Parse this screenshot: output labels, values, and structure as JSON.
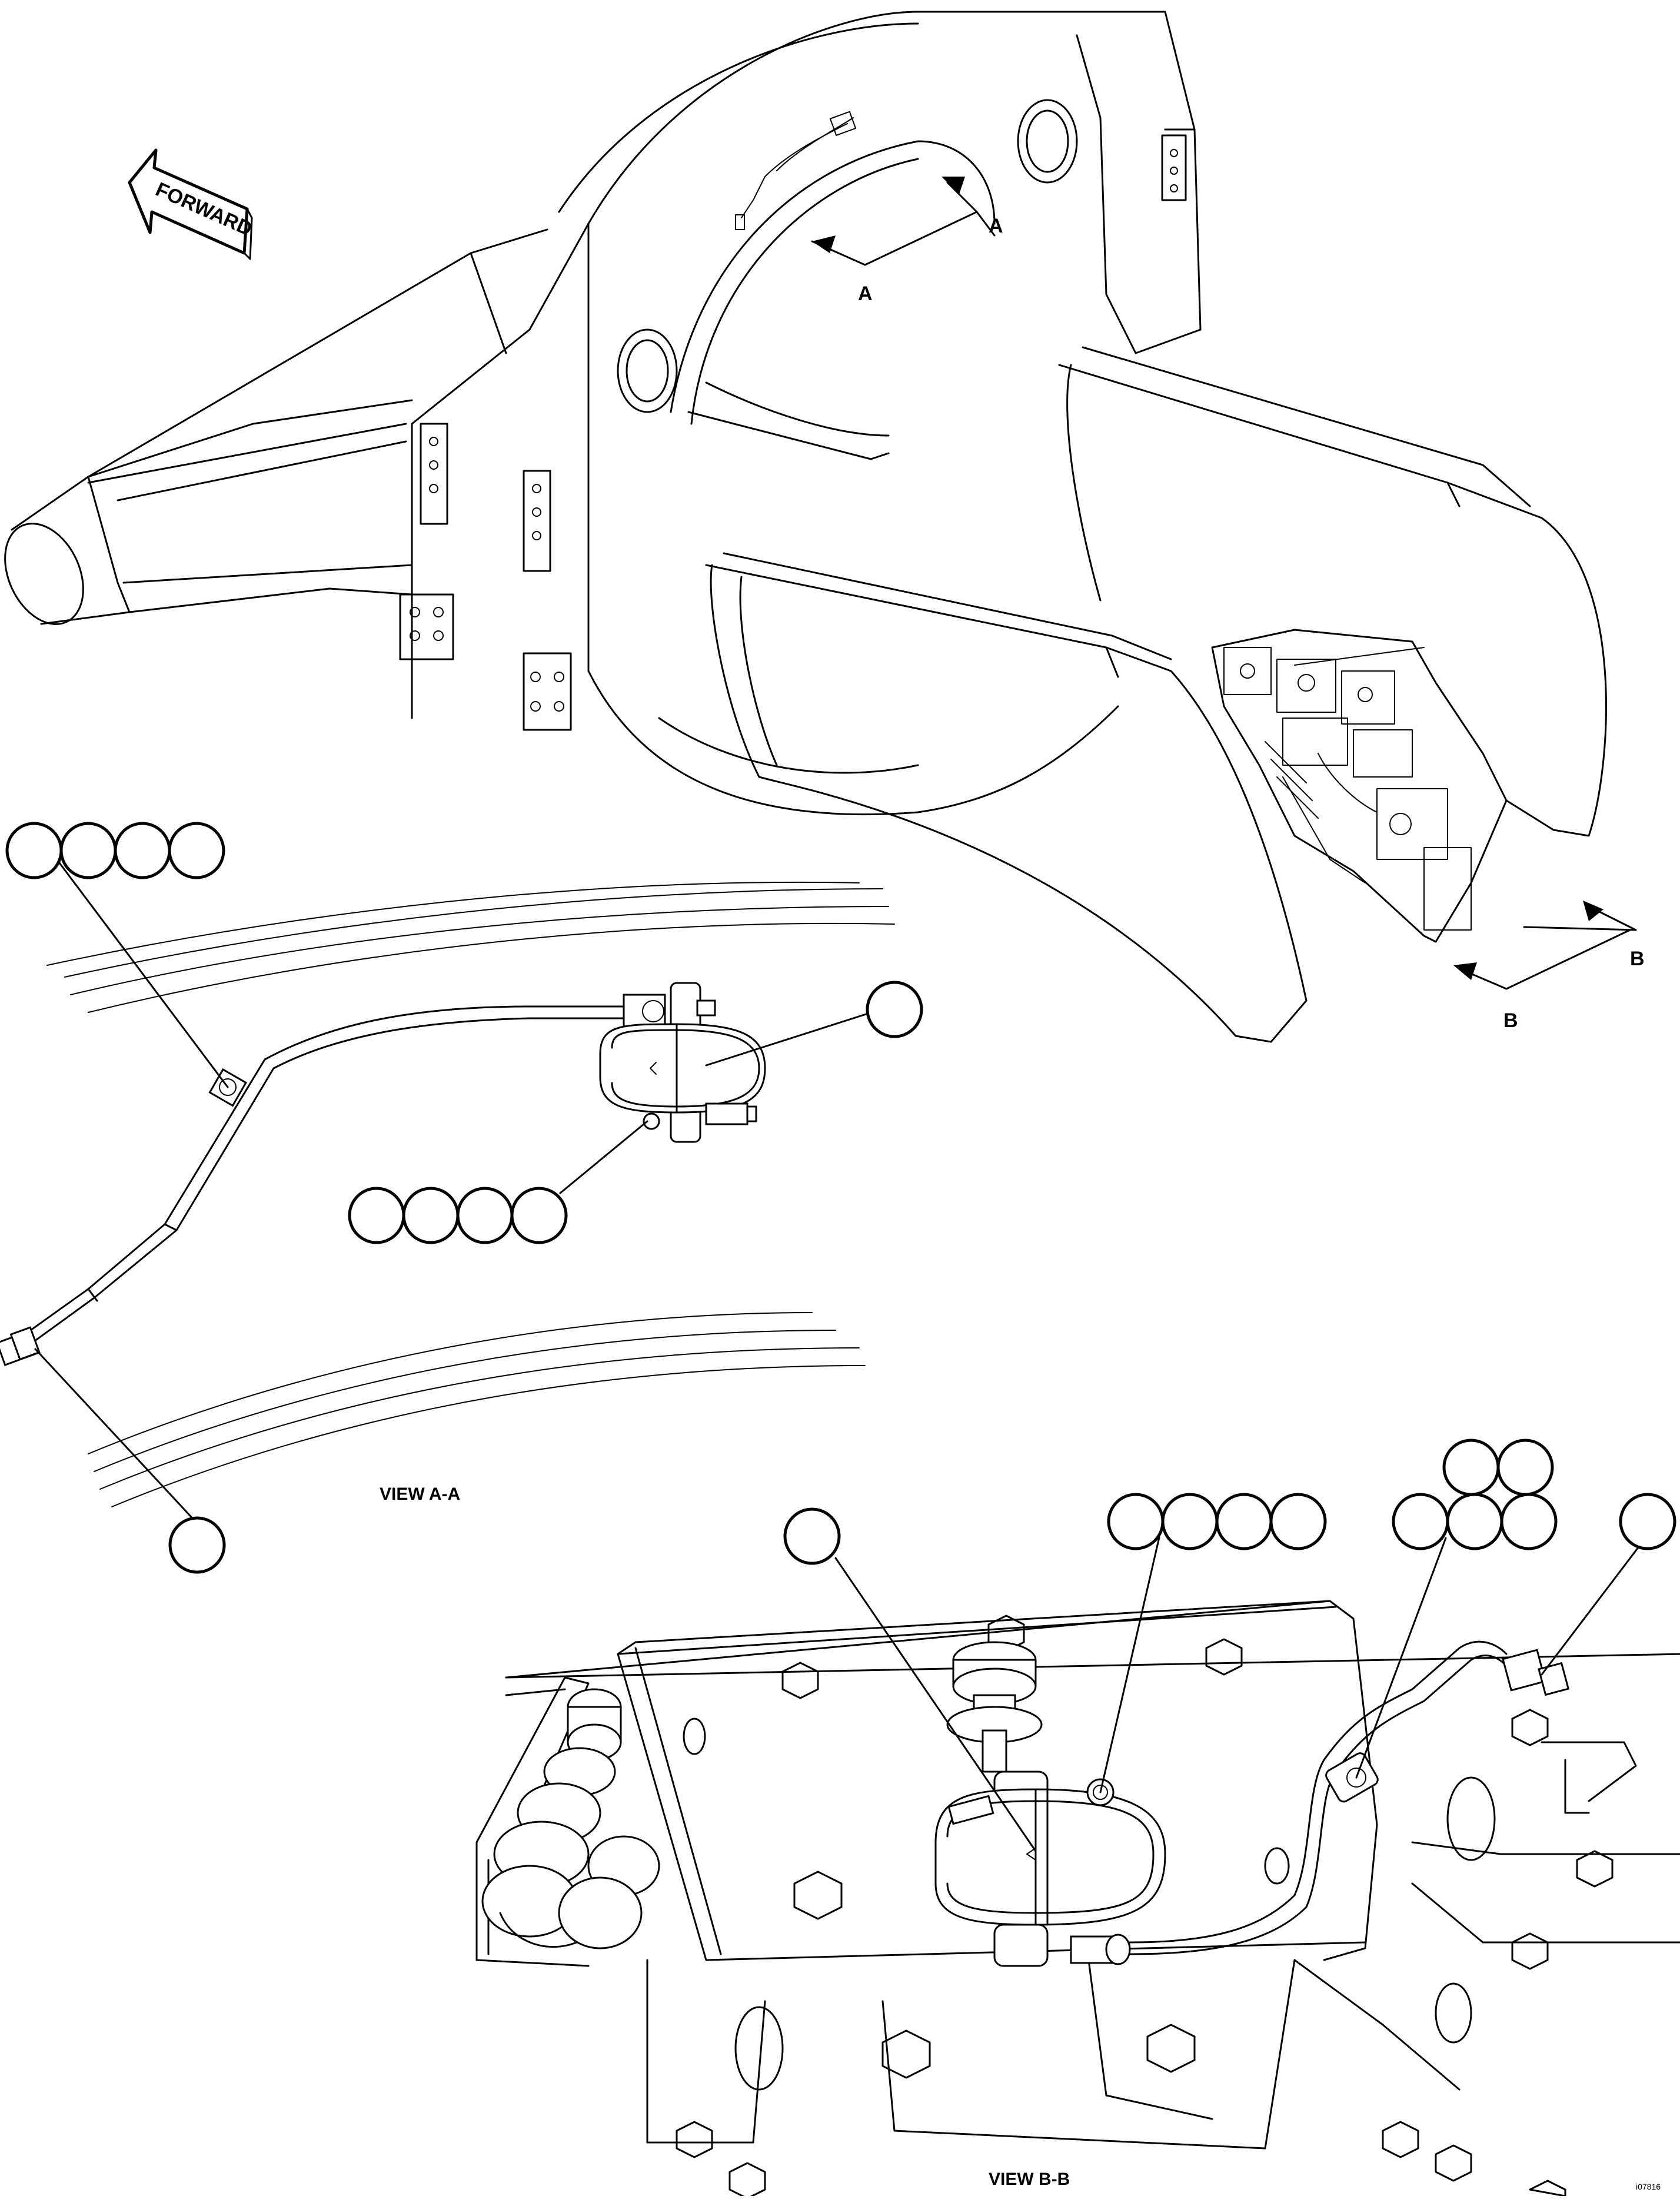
{
  "direction_arrow": {
    "label": "FORWARD"
  },
  "section_markers": {
    "a": "A",
    "b": "B"
  },
  "views": {
    "view_a": "VIEW A-A",
    "view_b": "VIEW B-B"
  },
  "figure_id": "i07816",
  "colors": {
    "line": "#000000",
    "background": "#ffffff"
  }
}
